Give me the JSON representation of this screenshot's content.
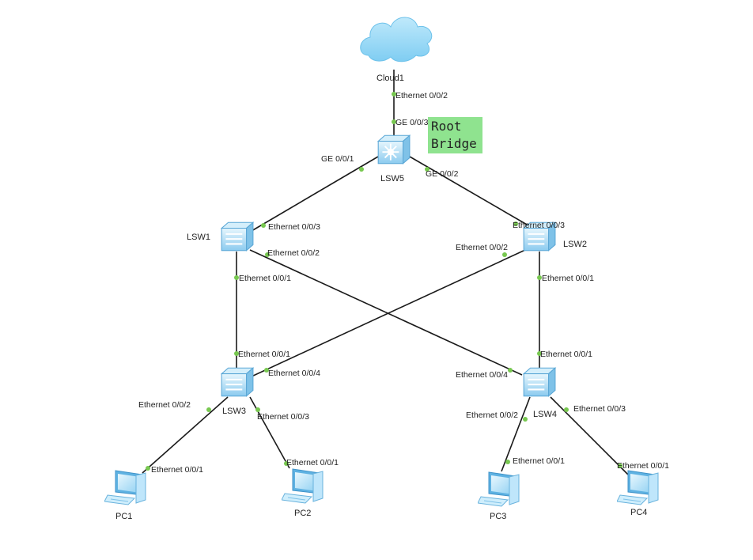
{
  "annotation": {
    "line1": "Root",
    "line2": "Bridge",
    "color": "#8fe38f"
  },
  "colors": {
    "link": "#1a1a1a",
    "port_dot": "#78c850",
    "device": "#9fd8f5",
    "device_dark": "#5aa7d6"
  },
  "devices": {
    "cloud": "Cloud1",
    "lsw5": "LSW5",
    "lsw1": "LSW1",
    "lsw2": "LSW2",
    "lsw3": "LSW3",
    "lsw4": "LSW4",
    "pc1": "PC1",
    "pc2": "PC2",
    "pc3": "PC3",
    "pc4": "PC4"
  },
  "ports": {
    "cloud_e002": "Ethernet 0/0/2",
    "lsw5_ge003": "GE 0/0/3",
    "lsw5_ge001": "GE 0/0/1",
    "lsw5_ge002": "GE 0/0/2",
    "lsw1_e003": "Ethernet 0/0/3",
    "lsw1_e002": "Ethernet 0/0/2",
    "lsw1_e001": "Ethernet 0/0/1",
    "lsw2_e003": "Ethernet 0/0/3",
    "lsw2_e002": "Ethernet 0/0/2",
    "lsw2_e001": "Ethernet 0/0/1",
    "lsw3_e001": "Ethernet 0/0/1",
    "lsw3_e004": "Ethernet 0/0/4",
    "lsw3_e002": "Ethernet 0/0/2",
    "lsw3_e003": "Ethernet 0/0/3",
    "lsw4_e001": "Ethernet 0/0/1",
    "lsw4_e004": "Ethernet 0/0/4",
    "lsw4_e002": "Ethernet 0/0/2",
    "lsw4_e003": "Ethernet 0/0/3",
    "pc1_e001": "Ethernet 0/0/1",
    "pc2_e001": "Ethernet 0/0/1",
    "pc3_e001": "Ethernet 0/0/1",
    "pc4_e001": "Ethernet 0/0/1"
  }
}
